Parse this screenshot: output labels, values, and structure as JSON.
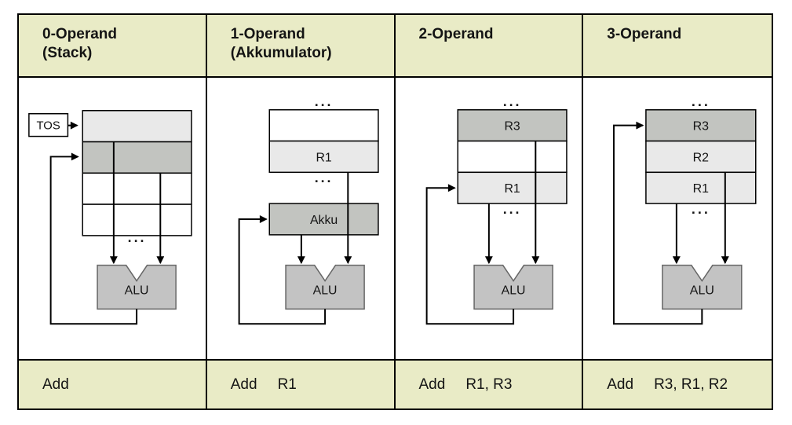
{
  "colors": {
    "header_bg": "#e9ebc6",
    "table_border": "#000000",
    "cell_light_gray": "#e9e9e9",
    "cell_dark_gray": "#c2c4c0",
    "cell_white": "#ffffff",
    "alu_fill": "#c3c3c3",
    "alu_border": "#666666",
    "line_color": "#000000"
  },
  "diagram": {
    "ellipsis": "...",
    "alu_label": "ALU"
  },
  "columns": [
    {
      "header_title": "0-Operand",
      "header_subtitle": "(Stack)",
      "tos_label": "TOS",
      "instruction_mnemonic": "Add",
      "instruction_operands": ""
    },
    {
      "header_title": "1-Operand",
      "header_subtitle": "(Akkumulator)",
      "register_label": "R1",
      "akku_label": "Akku",
      "instruction_mnemonic": "Add",
      "instruction_operands": "R1"
    },
    {
      "header_title": "2-Operand",
      "header_subtitle": "",
      "registers": [
        "R3",
        "R1"
      ],
      "instruction_mnemonic": "Add",
      "instruction_operands": "R1, R3"
    },
    {
      "header_title": "3-Operand",
      "header_subtitle": "",
      "registers": [
        "R3",
        "R2",
        "R1"
      ],
      "instruction_mnemonic": "Add",
      "instruction_operands": "R3, R1, R2"
    }
  ]
}
